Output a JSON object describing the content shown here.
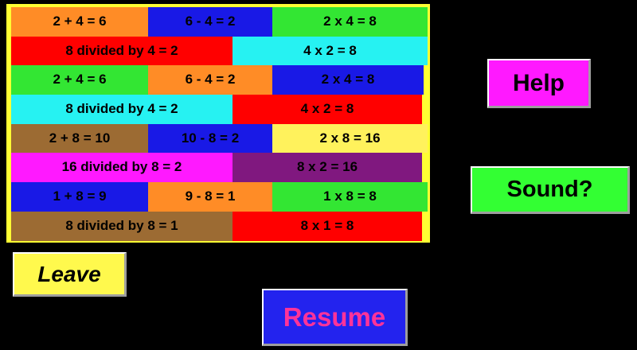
{
  "app": {
    "background_color": "#000000",
    "table_border_color": "#FFFF33"
  },
  "fact_table": {
    "name": "math-fact-family-table",
    "rows": [
      {
        "type": "triple",
        "cells": [
          {
            "text": "2 + 4 = 6",
            "color": "#FF8C26"
          },
          {
            "text": "6 - 4 = 2",
            "color": "#1919E6"
          },
          {
            "text": "2 x 4 = 8",
            "color": "#33E633"
          }
        ]
      },
      {
        "type": "double",
        "cells": [
          {
            "text": "8 divided by 4 = 2",
            "color": "#FF0000"
          },
          {
            "text": "4 x 2 = 8",
            "color": "#26F2F2"
          }
        ]
      },
      {
        "type": "triple",
        "cells": [
          {
            "text": "2 + 4 = 6",
            "color": "#33E633"
          },
          {
            "text": "6 - 4 = 2",
            "color": "#FF8C26"
          },
          {
            "text": "2 x 4 = 8",
            "color": "#1919E6"
          }
        ]
      },
      {
        "type": "double",
        "cells": [
          {
            "text": "8 divided by 4 = 2",
            "color": "#26F2F2"
          },
          {
            "text": "4 x 2 = 8",
            "color": "#FF0000"
          }
        ]
      },
      {
        "type": "triple",
        "cells": [
          {
            "text": "2 + 8 = 10",
            "color": "#9C6B33"
          },
          {
            "text": "10 - 8 = 2",
            "color": "#1919E6"
          },
          {
            "text": "2 x 8 = 16",
            "color": "#FFF25C"
          }
        ]
      },
      {
        "type": "double",
        "cells": [
          {
            "text": "16 divided by 8 = 2",
            "color": "#FF19FF"
          },
          {
            "text": "8 x 2 = 16",
            "color": "#80187F"
          }
        ]
      },
      {
        "type": "triple",
        "cells": [
          {
            "text": "1 + 8 = 9",
            "color": "#1919E6"
          },
          {
            "text": "9 - 8 = 1",
            "color": "#FF8C26"
          },
          {
            "text": "1 x 8 = 8",
            "color": "#33E633"
          }
        ]
      },
      {
        "type": "double",
        "cells": [
          {
            "text": "8 divided by 8 = 1",
            "color": "#9C6B33"
          },
          {
            "text": "8 x 1 = 8",
            "color": "#FF0000"
          }
        ]
      }
    ]
  },
  "buttons": {
    "help": {
      "label": "Help",
      "background": "#FF19FF",
      "text_color": "#000000"
    },
    "sound": {
      "label": "Sound?",
      "background": "#33FF33",
      "text_color": "#000000"
    },
    "leave": {
      "label": "Leave",
      "background": "#FFF94D",
      "text_color": "#000000"
    },
    "resume": {
      "label": "Resume",
      "background": "#2323EE",
      "text_color": "#FF3399"
    }
  }
}
